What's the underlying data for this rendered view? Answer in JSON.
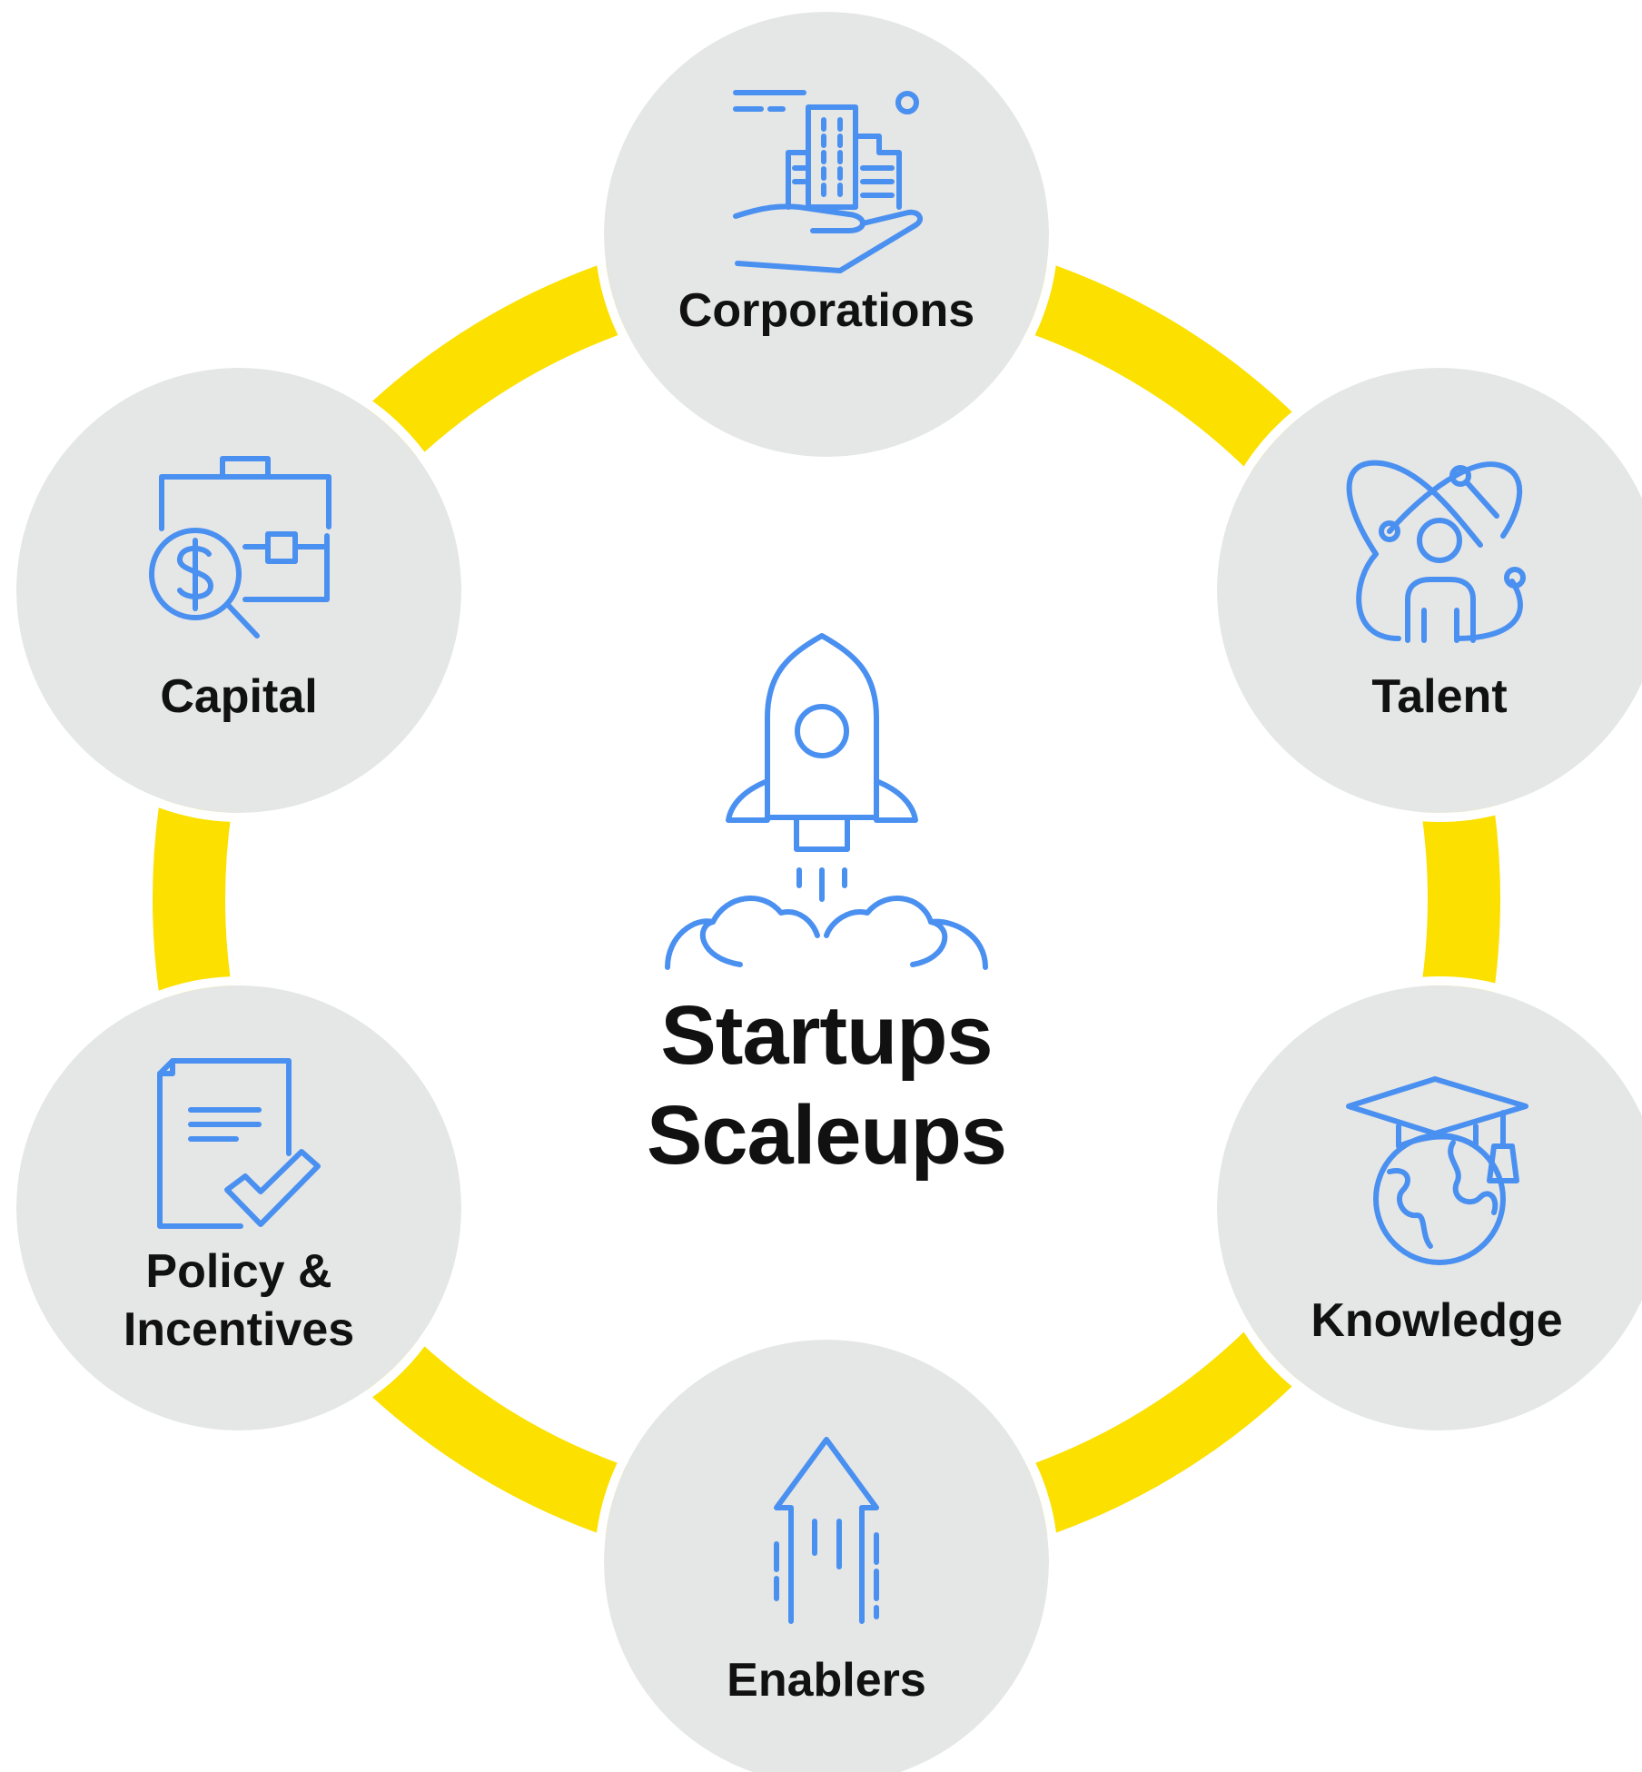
{
  "center": {
    "line1": "Startups",
    "line2": "Scaleups",
    "icon": "rocket-icon"
  },
  "nodes": [
    {
      "key": "corporations",
      "label": "Corporations",
      "icon": "hand-buildings-icon"
    },
    {
      "key": "talent",
      "label": "Talent",
      "icon": "person-network-icon"
    },
    {
      "key": "knowledge",
      "label": "Knowledge",
      "icon": "graduation-globe-icon"
    },
    {
      "key": "enablers",
      "label": "Enablers",
      "icon": "up-arrow-icon"
    },
    {
      "key": "policy",
      "label_line1": "Policy &",
      "label_line2": "Incentives",
      "icon": "document-check-icon"
    },
    {
      "key": "capital",
      "label": "Capital",
      "icon": "briefcase-dollar-icon"
    }
  ],
  "colors": {
    "ring": "#fbe000",
    "circle": "#e5e6e6",
    "icon": "#4a90f0",
    "text": "#111111"
  }
}
